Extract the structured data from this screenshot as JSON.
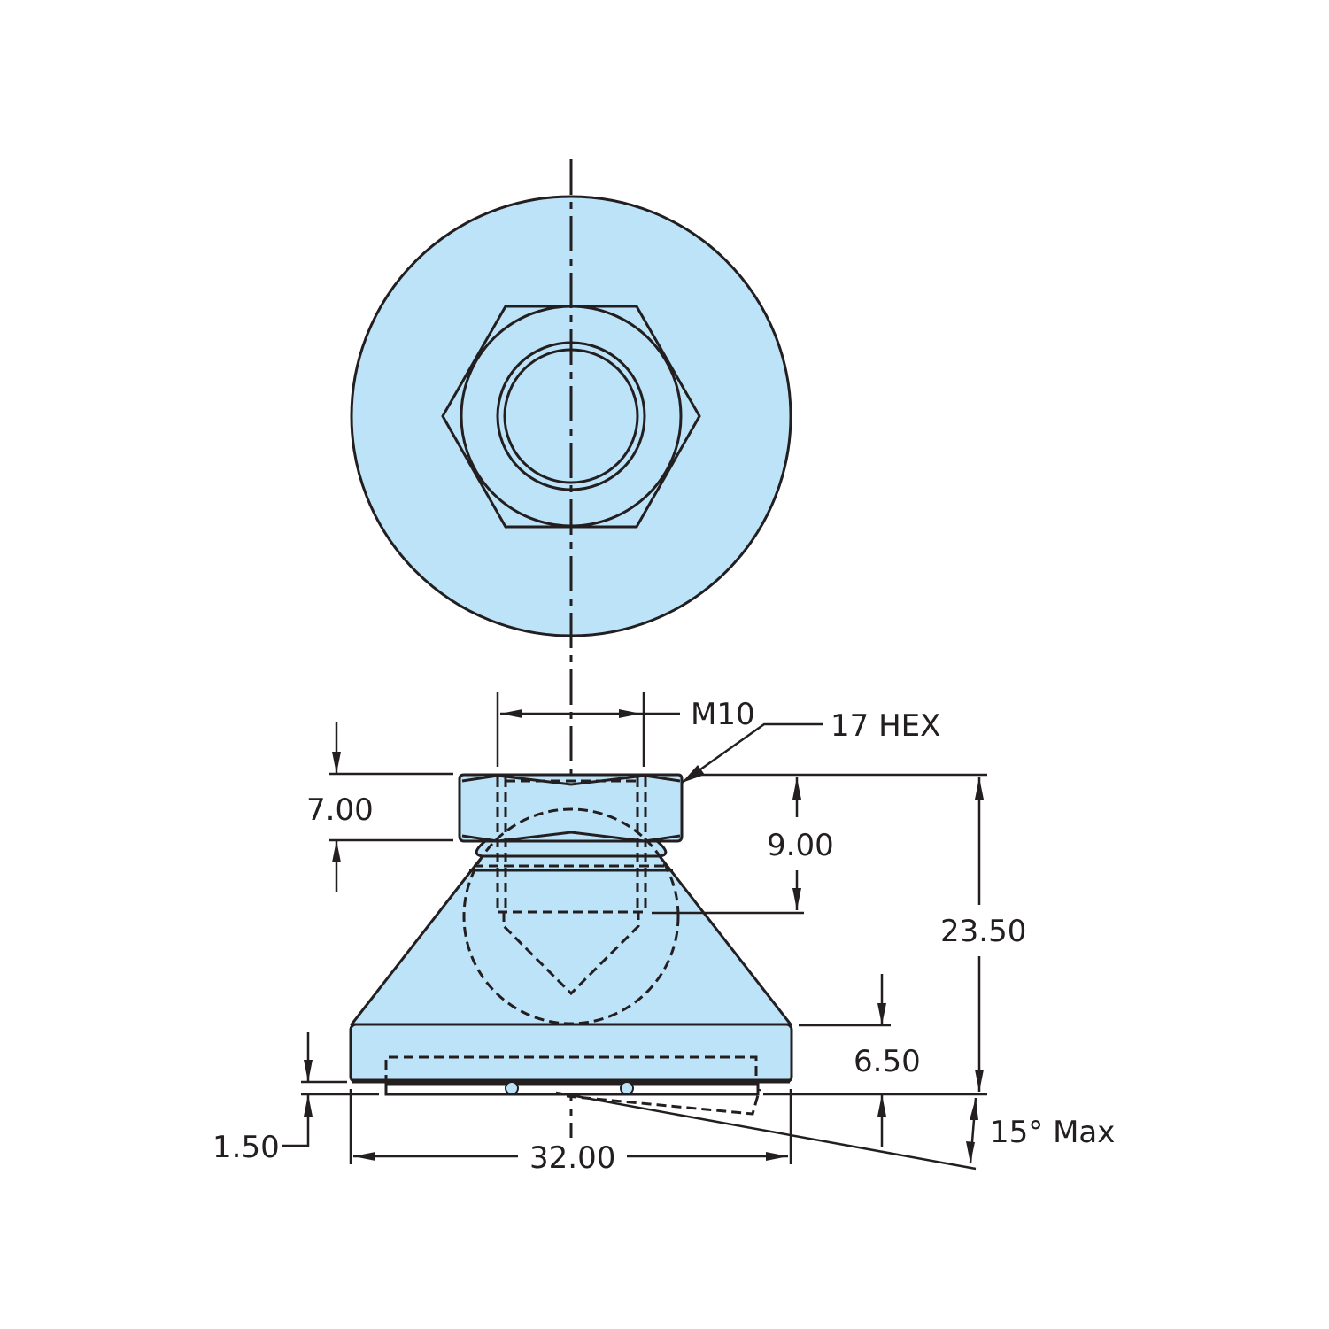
{
  "drawing": {
    "title": "Levelling foot technical drawing",
    "views": [
      "top-view",
      "side-view"
    ],
    "fill_color": "#bde3f8",
    "line_color": "#231f20"
  },
  "dimensions": {
    "thread": "M10",
    "hex": "17 HEX",
    "hex_height": "7.00",
    "thread_depth": "9.00",
    "overall_height": "23.50",
    "base_height": "6.50",
    "pad_thickness": "1.50",
    "base_diameter": "32.00",
    "tilt_angle": "15° Max"
  }
}
